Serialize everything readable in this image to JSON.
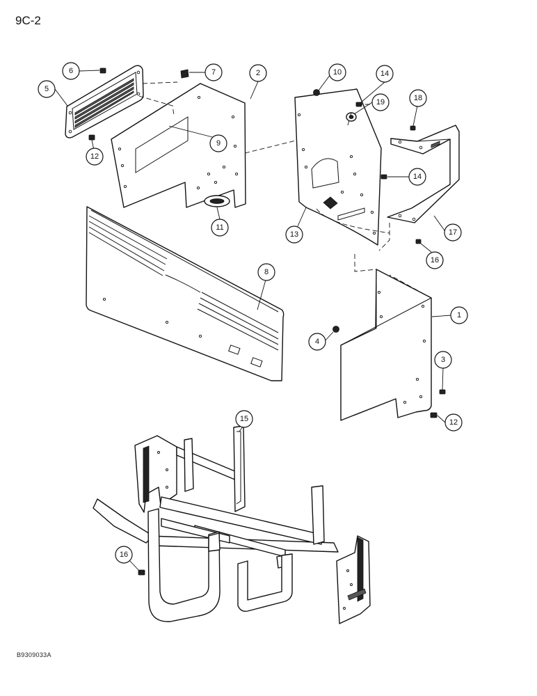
{
  "page_label": "9C-2",
  "drawing_code": "B9309033A",
  "callouts": [
    {
      "id": "c1",
      "label": "1"
    },
    {
      "id": "c2",
      "label": "2"
    },
    {
      "id": "c3",
      "label": "3"
    },
    {
      "id": "c4",
      "label": "4"
    },
    {
      "id": "c5",
      "label": "5"
    },
    {
      "id": "c6",
      "label": "6"
    },
    {
      "id": "c7",
      "label": "7"
    },
    {
      "id": "c8",
      "label": "8"
    },
    {
      "id": "c9",
      "label": "9"
    },
    {
      "id": "c10",
      "label": "10"
    },
    {
      "id": "c11",
      "label": "11"
    },
    {
      "id": "c12a",
      "label": "12"
    },
    {
      "id": "c12b",
      "label": "12"
    },
    {
      "id": "c13",
      "label": "13"
    },
    {
      "id": "c14a",
      "label": "14"
    },
    {
      "id": "c14b",
      "label": "14"
    },
    {
      "id": "c15",
      "label": "15"
    },
    {
      "id": "c16a",
      "label": "16"
    },
    {
      "id": "c16b",
      "label": "16"
    },
    {
      "id": "c17",
      "label": "17"
    },
    {
      "id": "c18",
      "label": "18"
    },
    {
      "id": "c19",
      "label": "19"
    }
  ]
}
